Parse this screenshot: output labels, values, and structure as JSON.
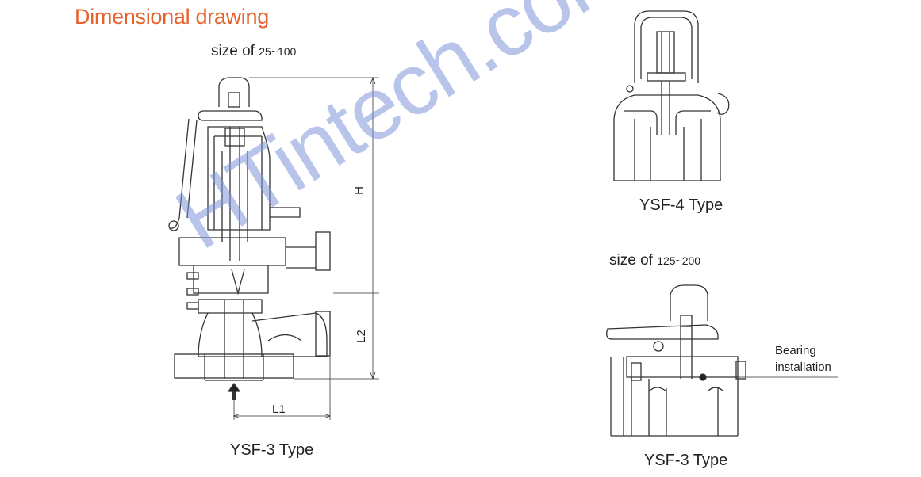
{
  "title": "Dimensional drawing",
  "left_section": {
    "size_prefix": "size of",
    "size_range": "25~100",
    "dim_H": "H",
    "dim_L2": "L2",
    "dim_L1": "L1",
    "caption": "YSF-3 Type"
  },
  "top_right": {
    "caption": "YSF-4 Type"
  },
  "bottom_right": {
    "size_prefix": "size of",
    "size_range": "125~200",
    "callout_line1": "Bearing",
    "callout_line2": "installation",
    "caption": "YSF-3 Type"
  },
  "watermark": "HTintech.com",
  "colors": {
    "title": "#e8612c",
    "watermark": "#7f95d8",
    "line": "#333333"
  }
}
